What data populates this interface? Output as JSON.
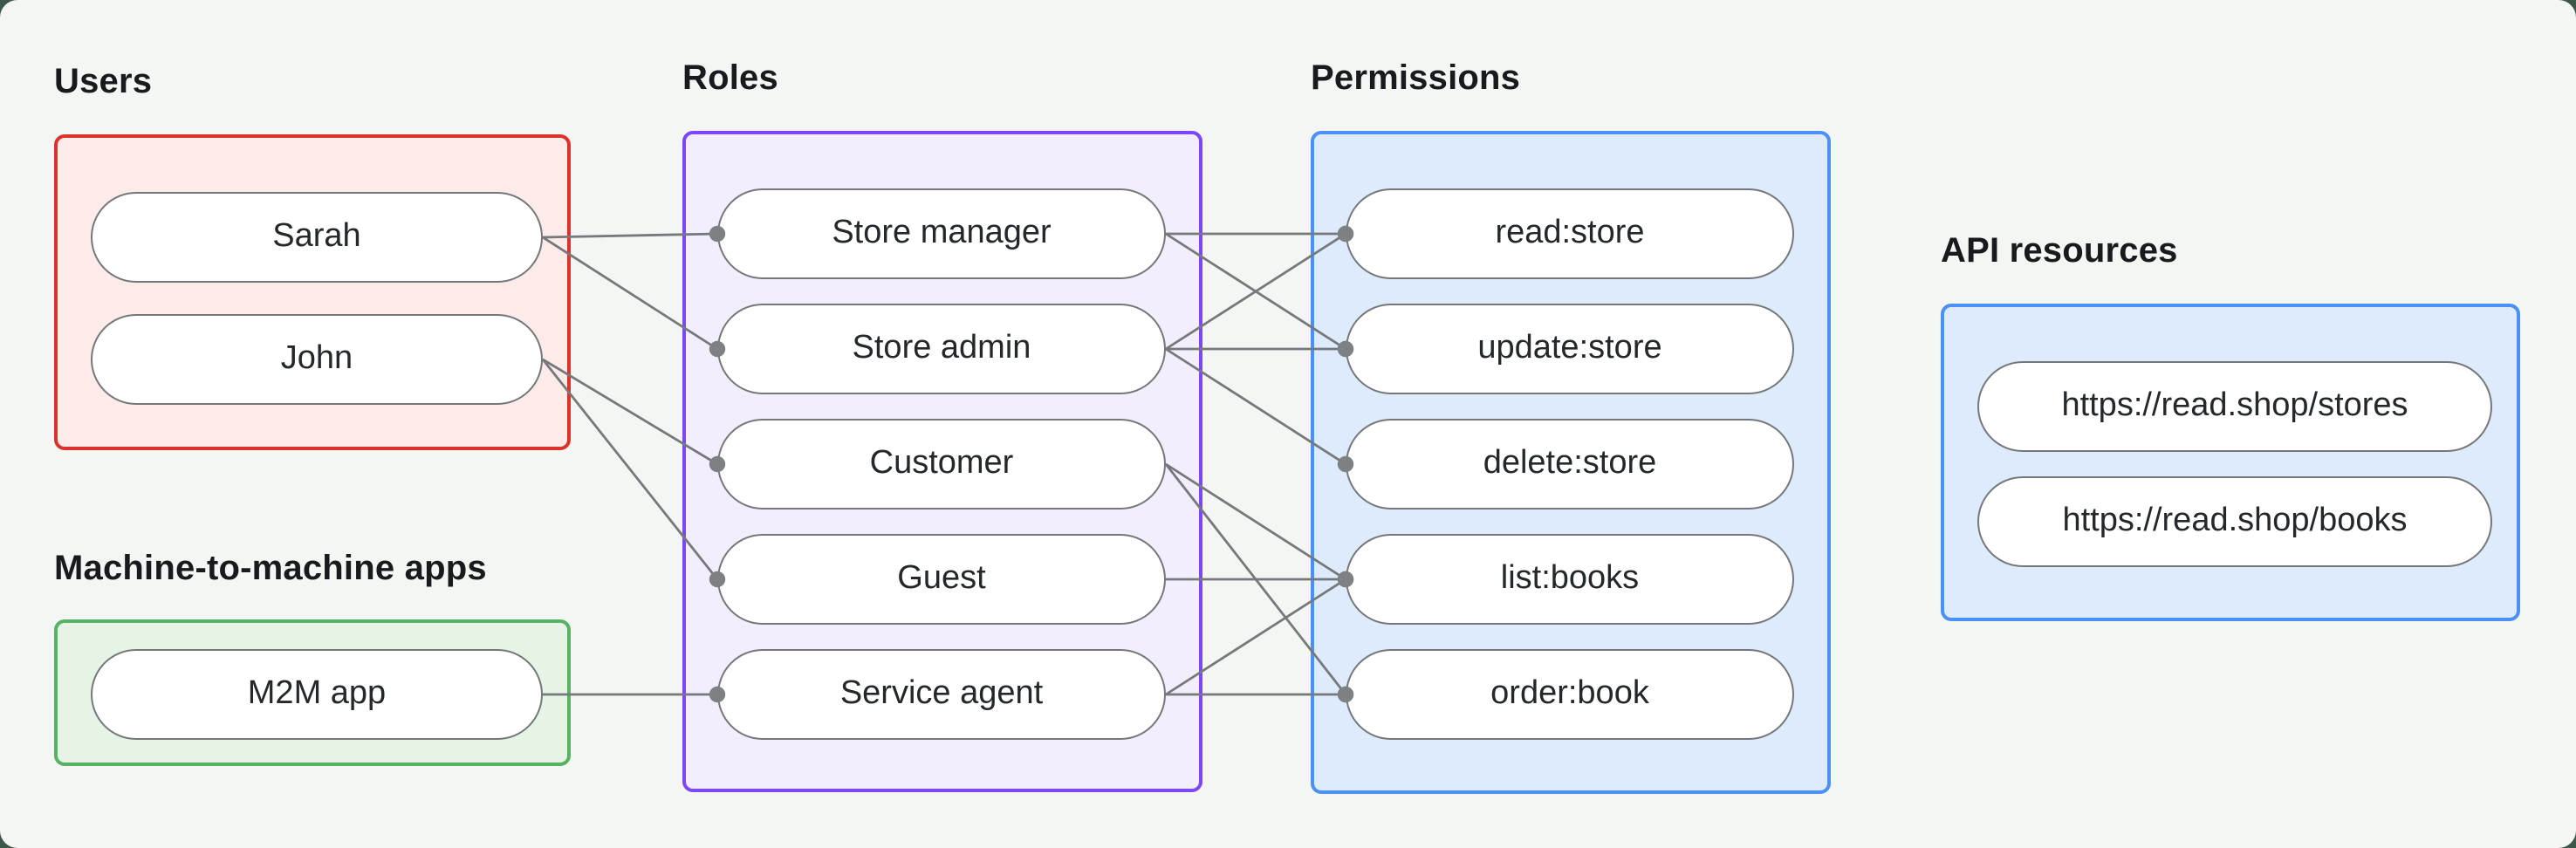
{
  "page": {
    "outer_background": "#3c5849",
    "canvas_background": "#f4f6f4"
  },
  "style": {
    "edge_color": "#76797c",
    "dot_color": "#7d8184",
    "pill_fill": "#ffffff",
    "pill_border": "#75787b",
    "pill_text_color": "#24282b",
    "label_color": "#181b1e"
  },
  "groups": [
    {
      "id": "users",
      "title": "Users",
      "border": "#db332c",
      "fill": "#fcebe9",
      "nodes": [
        {
          "id": "sarah",
          "label": "Sarah"
        },
        {
          "id": "john",
          "label": "John"
        }
      ]
    },
    {
      "id": "m2m",
      "title": "Machine-to-machine apps",
      "border": "#57b264",
      "fill": "#e6f4e5",
      "nodes": [
        {
          "id": "m2m-app",
          "label": "M2M app"
        }
      ]
    },
    {
      "id": "roles",
      "title": "Roles",
      "border": "#7c48f7",
      "fill": "#f3eefe",
      "nodes": [
        {
          "id": "store-manager",
          "label": "Store manager"
        },
        {
          "id": "store-admin",
          "label": "Store admin"
        },
        {
          "id": "customer",
          "label": "Customer"
        },
        {
          "id": "guest",
          "label": "Guest"
        },
        {
          "id": "service-agent",
          "label": "Service agent"
        }
      ]
    },
    {
      "id": "permissions",
      "title": "Permissions",
      "border": "#4a90f5",
      "fill": "#ddebfc",
      "nodes": [
        {
          "id": "read-store",
          "label": "read:store"
        },
        {
          "id": "update-store",
          "label": "update:store"
        },
        {
          "id": "delete-store",
          "label": "delete:store"
        },
        {
          "id": "list-books",
          "label": "list:books"
        },
        {
          "id": "order-book",
          "label": "order:book"
        }
      ]
    },
    {
      "id": "api",
      "title": "API resources",
      "border": "#4a90f5",
      "fill": "#ddebfc",
      "nodes": [
        {
          "id": "stores-api",
          "label": "https://read.shop/stores"
        },
        {
          "id": "books-api",
          "label": "https://read.shop/books"
        }
      ]
    }
  ],
  "edges": [
    {
      "from": "sarah",
      "to": "store-manager"
    },
    {
      "from": "sarah",
      "to": "store-admin"
    },
    {
      "from": "john",
      "to": "customer"
    },
    {
      "from": "john",
      "to": "guest"
    },
    {
      "from": "m2m-app",
      "to": "service-agent"
    },
    {
      "from": "store-manager",
      "to": "read-store"
    },
    {
      "from": "store-manager",
      "to": "update-store"
    },
    {
      "from": "store-admin",
      "to": "read-store"
    },
    {
      "from": "store-admin",
      "to": "update-store"
    },
    {
      "from": "store-admin",
      "to": "delete-store"
    },
    {
      "from": "customer",
      "to": "list-books"
    },
    {
      "from": "customer",
      "to": "order-book"
    },
    {
      "from": "guest",
      "to": "list-books"
    },
    {
      "from": "service-agent",
      "to": "list-books"
    },
    {
      "from": "service-agent",
      "to": "order-book"
    }
  ]
}
